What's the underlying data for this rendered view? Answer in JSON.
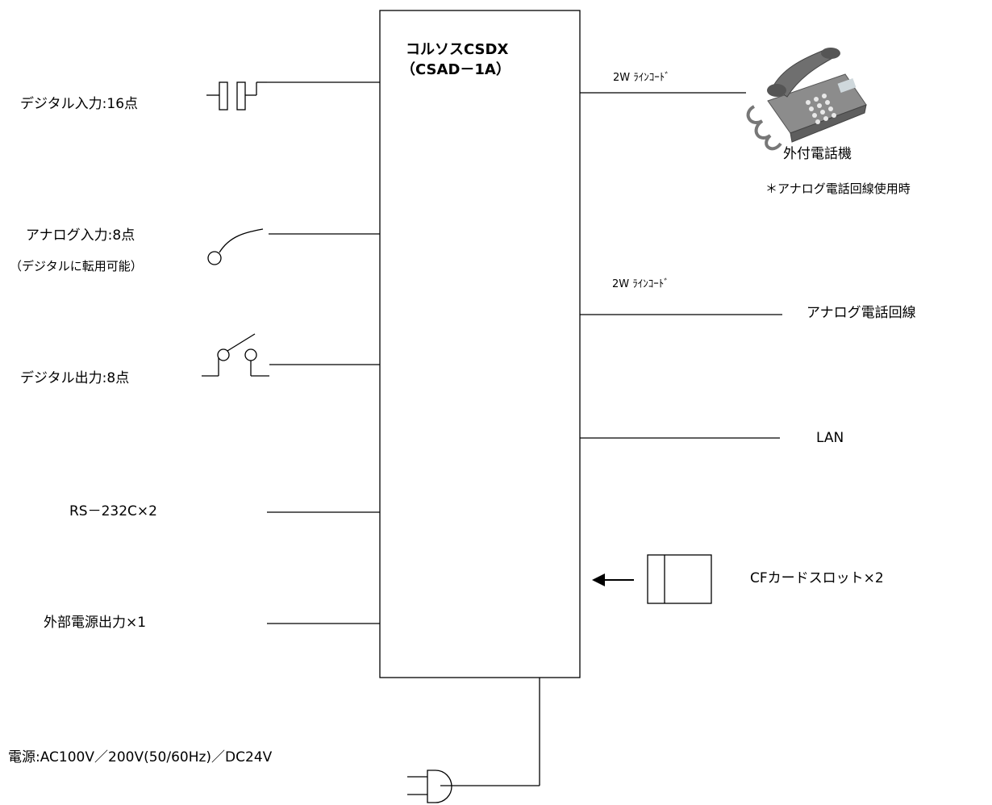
{
  "device": {
    "title_line1": "コルソスCSDX",
    "title_line2": "（CSAD－1A）"
  },
  "left_ports": [
    {
      "label": "デジタル入力:16点",
      "symbol": "contact-icon"
    },
    {
      "label": "アナログ入力:8点",
      "sublabel": "（デジタルに転用可能）",
      "symbol": "analog-sensor-icon"
    },
    {
      "label": "デジタル出力:8点",
      "symbol": "relay-switch-icon"
    },
    {
      "label": "RS－232C×2"
    },
    {
      "label": "外部電源出力×1"
    }
  ],
  "right_ports": {
    "phone_line_label": "2W ﾗｲﾝｺｰﾄﾞ",
    "phone_label": "外付電話機",
    "phone_note": "＊アナログ電話回線使用時",
    "analog_line_label": "2W ﾗｲﾝｺｰﾄﾞ",
    "analog_line": "アナログ電話回線",
    "lan": "LAN",
    "cf_slot": "CFカードスロット×2"
  },
  "power": {
    "label": "電源:AC100V／200V(50/60Hz)／DC24V",
    "symbol": "power-plug-icon"
  }
}
